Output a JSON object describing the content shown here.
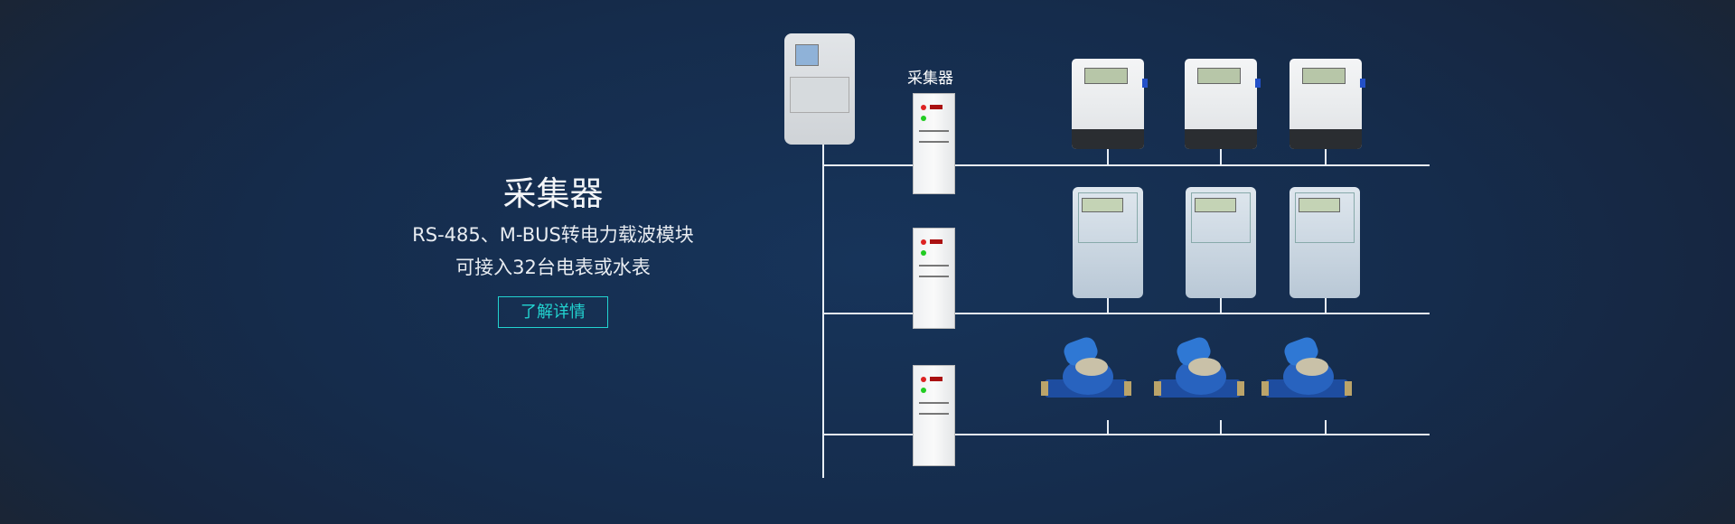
{
  "hero": {
    "title": "采集器",
    "line1": "RS-485、M-BUS转电力载波模块",
    "line2": "可接入32台电表或水表",
    "button_label": "了解详情"
  },
  "diagram": {
    "collector_label": "采集器"
  },
  "colors": {
    "accent": "#22d3d0",
    "background": "#152c4c"
  }
}
